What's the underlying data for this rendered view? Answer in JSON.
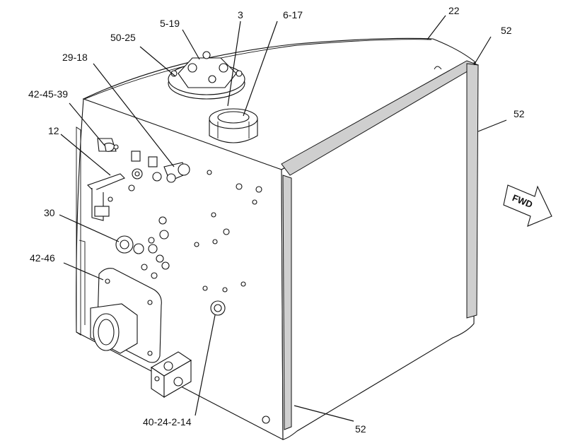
{
  "diagram": {
    "callouts": [
      {
        "id": "5-19",
        "text": "5-19"
      },
      {
        "id": "3",
        "text": "3"
      },
      {
        "id": "6-17",
        "text": "6-17"
      },
      {
        "id": "22",
        "text": "22"
      },
      {
        "id": "52-top",
        "text": "52"
      },
      {
        "id": "52-right",
        "text": "52"
      },
      {
        "id": "50-25",
        "text": "50-25"
      },
      {
        "id": "29-18",
        "text": "29-18"
      },
      {
        "id": "42-45-39",
        "text": "42-45-39"
      },
      {
        "id": "12",
        "text": "12"
      },
      {
        "id": "30",
        "text": "30"
      },
      {
        "id": "42-46",
        "text": "42-46"
      },
      {
        "id": "40-24-2-14",
        "text": "40-24-2-14"
      },
      {
        "id": "52-bottom",
        "text": "52"
      }
    ],
    "direction_arrow": {
      "text": "FWD"
    }
  }
}
